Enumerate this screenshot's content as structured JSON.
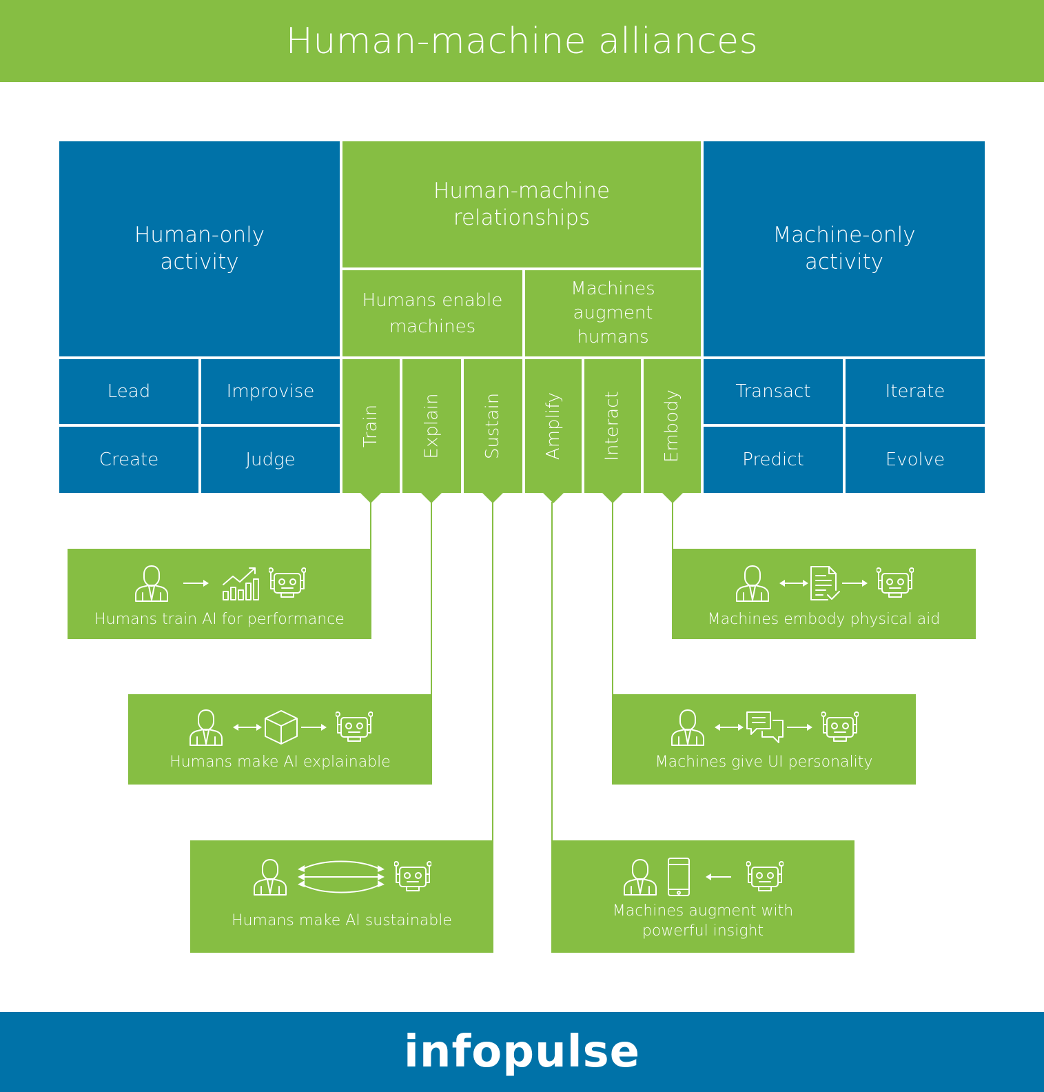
{
  "header": {
    "title": "Human-machine alliances"
  },
  "human_only": {
    "title": "Human-only activity",
    "cells": [
      "Lead",
      "Improvise",
      "Create",
      "Judge"
    ]
  },
  "relationships": {
    "title": "Human-machine relationships",
    "left_group": "Humans enable machines",
    "right_group": "Machines augment humans",
    "columns": [
      "Train",
      "Explain",
      "Sustain",
      "Amplify",
      "Interact",
      "Embody"
    ]
  },
  "machine_only": {
    "title": "Machine-only activity",
    "cells": [
      "Transact",
      "Iterate",
      "Predict",
      "Evolve"
    ]
  },
  "cards": {
    "train": "Humans train AI for performance",
    "explain": "Humans make AI explainable",
    "sustain": "Humans make AI sustainable",
    "embody": "Machines embody physical aid",
    "interact": "Machines give UI personality",
    "amplify_line1": "Machines augment with",
    "amplify_line2": "powerful insight"
  },
  "icons": [
    "person-icon",
    "arrow-right-icon",
    "growth-chart-icon",
    "robot-icon",
    "double-arrow-icon",
    "cube-icon",
    "triple-arrows-icon",
    "document-check-icon",
    "chat-bubbles-icon",
    "smartphone-icon",
    "arrow-left-icon"
  ],
  "colors": {
    "green": "#86be43",
    "blue": "#0072a8",
    "white": "#ffffff"
  },
  "footer": {
    "brand": "infopulse"
  }
}
